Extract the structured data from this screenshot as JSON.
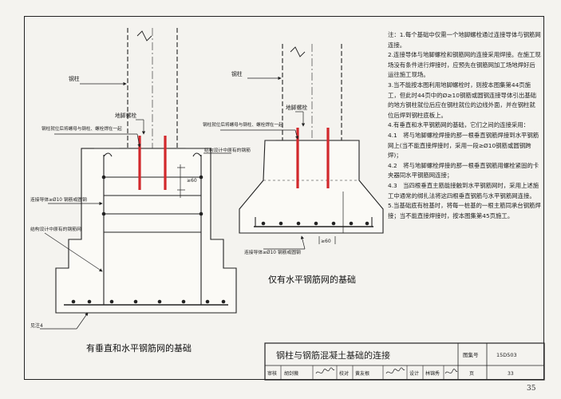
{
  "page_number": "35",
  "left_view": {
    "caption": "有垂直和水平钢筋网的基础",
    "steel_column": "钢柱",
    "anchor_bolt": "地脚螺栓",
    "nut_weld": "钢柱就位后将螺母与钢柱、螺栓焊在一起",
    "original_rebar": "结构设计中原有的钢筋",
    "conductor": "连接导体≥Ø10 钢筋或圆钢",
    "original_mesh": "结构设计中原有的钢筋网",
    "see_note": "见注4",
    "dim": "≥60"
  },
  "right_view": {
    "caption": "仅有水平钢筋网的基础",
    "steel_column": "钢柱",
    "anchor_bolt": "地脚螺栓",
    "nut_weld": "钢柱就位后将螺母与钢柱、螺栓焊在一起",
    "conductor": "连接导体≥Ø10 钢筋或圆钢",
    "dim": "≥60"
  },
  "notes": [
    "注：1.每个基础中仅需一个地脚螺栓通过连接导体与钢筋网连接。",
    "2.连接导体与地脚螺栓和钢筋网的连接采用焊接。在施工现场没有条件进行焊接时，应预先在钢筋网加工场地焊好后运往施工现场。",
    "3.当不能按本图利用地脚螺栓时，则按本图集第44页施工，但此时44页中的Ø≥10钢筋或圆钢连接导体引出基础的地方钢柱就位后应在钢柱就位的边线外面，并在钢柱就位后焊到钢柱底板上。",
    "4.有垂直和水平钢筋网的基础，它们之间的连接采用：",
    "4.1　将与地脚螺栓焊接的那一根垂直钢筋焊接到水平钢筋网上(当不能直接焊接时，采用一段≥Ø10钢筋或圆钢跨焊)；",
    "4.2　将与地脚螺栓焊接的那一根垂直钢筋用螺栓紧固的卡夹器同水平钢筋网连接；",
    "4.3　当四根垂直主筋能接触到水平钢筋网时，采用上述施工中通常的绑扎法将这四根垂直钢筋与水平钢筋网连接。",
    "5.当基础底有桩基时，将每一桩基的一根主筋同承台钢筋焊接；当不能直接焊接时，按本图集第45页施工。"
  ],
  "title_block": {
    "title": "钢柱与钢筋混凝土基础的连接",
    "atlas_label": "图集号",
    "atlas_no": "15D503",
    "review": "审核",
    "reviewer": "胡剑薇",
    "check": "校对",
    "checker": "黄友根",
    "design": "设计",
    "designer": "林锦秀",
    "page_label": "页",
    "page": "33"
  },
  "colors": {
    "paper": "#f4f3ef",
    "line": "#222222",
    "bolt": "#d2282c"
  }
}
